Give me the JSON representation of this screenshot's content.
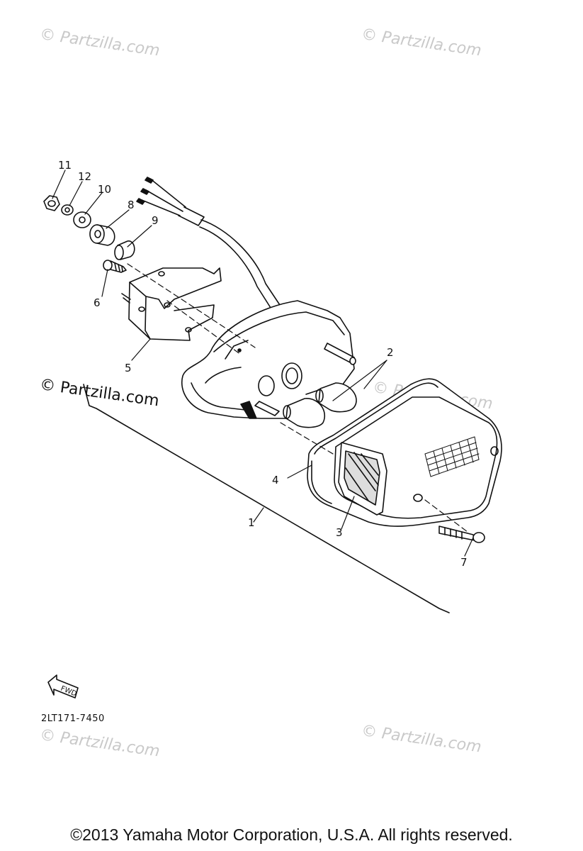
{
  "watermarks": {
    "text": "© Partzilla.com",
    "text_dark": "© Partzilla.com"
  },
  "callouts": {
    "c1": "1",
    "c2": "2",
    "c3": "3",
    "c4": "4",
    "c5": "5",
    "c6": "6",
    "c7": "7",
    "c8": "8",
    "c9": "9",
    "c10": "10",
    "c11": "11",
    "c12": "12"
  },
  "direction_arrow": {
    "label": "FWD"
  },
  "diagram_code": "2LT171-7450",
  "copyright": "©2013 Yamaha Motor Corporation, U.S.A. All rights reserved.",
  "colors": {
    "line": "#111111",
    "watermark": "#c9c9c9",
    "background": "#ffffff"
  }
}
